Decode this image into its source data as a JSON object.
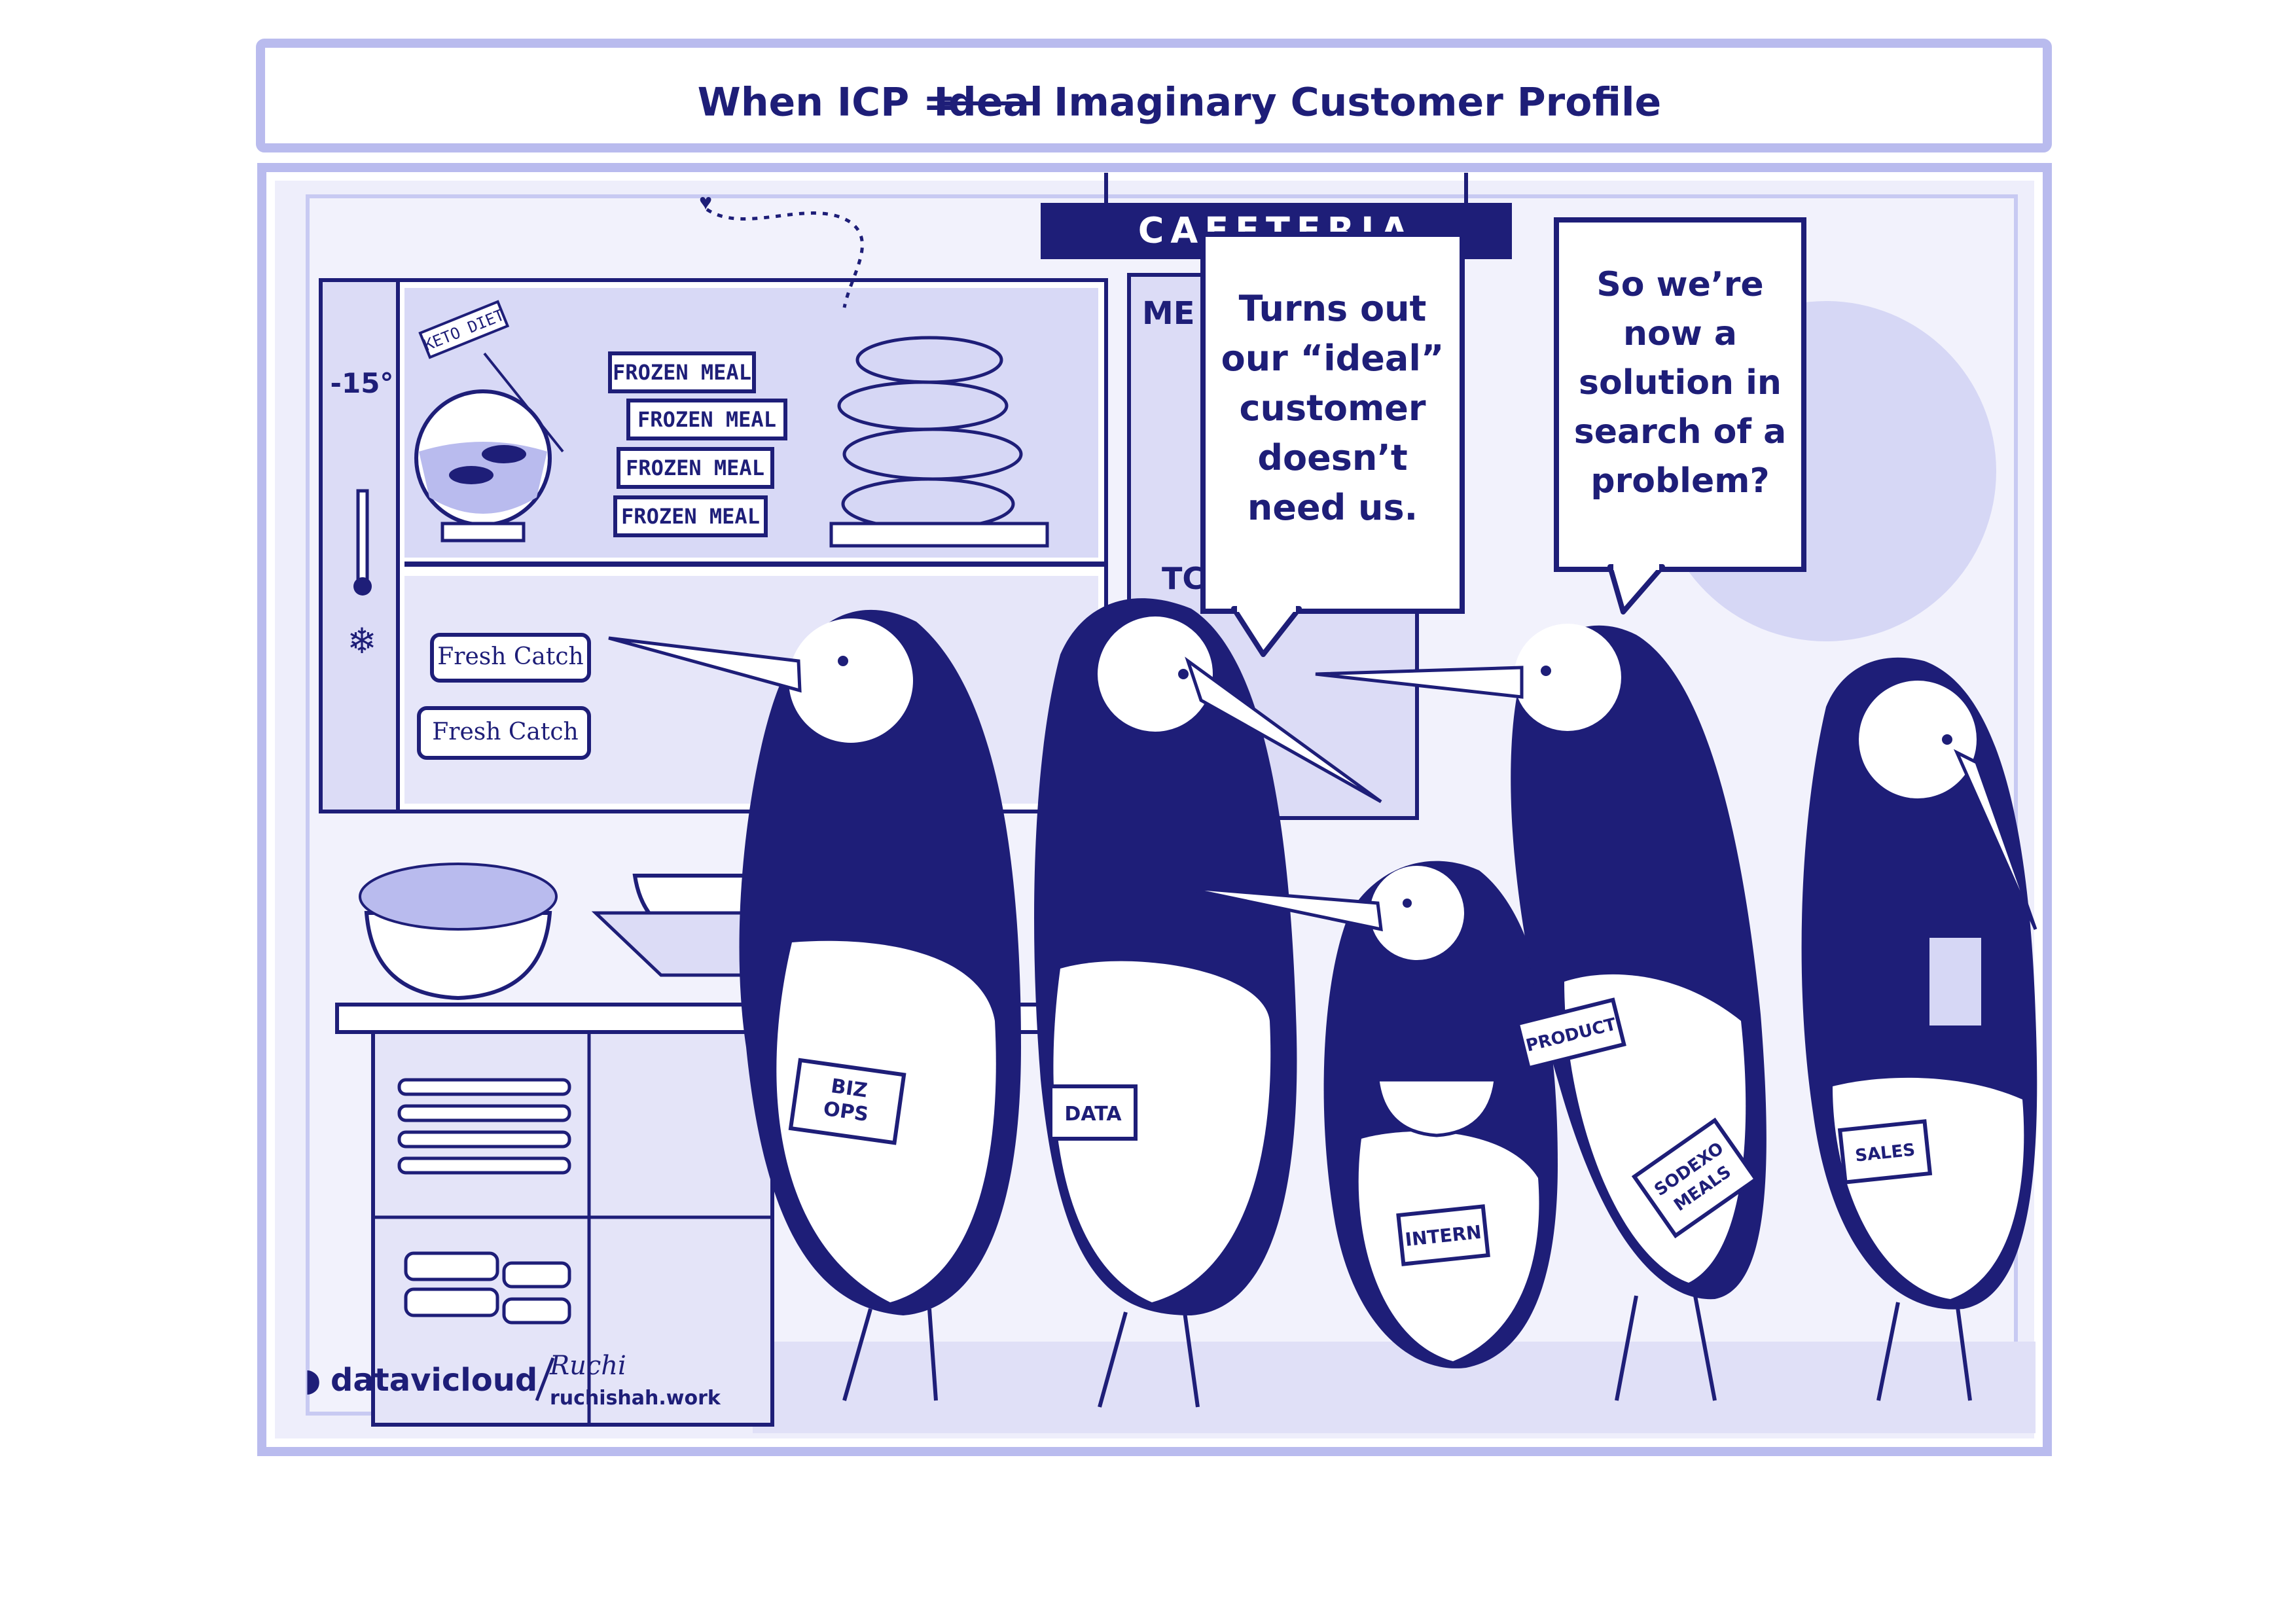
{
  "title": {
    "prefix": "When ICP = ",
    "struck": "Ideal",
    "suffix": " Imaginary Customer Profile"
  },
  "sign": {
    "cafeteria": "CAFETERIA",
    "menu_partial": "ME",
    "today_partial": "TC"
  },
  "freezer": {
    "temperature": "-15°",
    "keto_label": "KETO DIET",
    "frozen_meals": [
      "FROZEN MEAL",
      "FROZEN MEAL",
      "FROZEN MEAL",
      "FROZEN MEAL"
    ],
    "fresh_catch": [
      "Fresh Catch",
      "Fresh Catch"
    ]
  },
  "bubbles": {
    "left": [
      "Turns out",
      "our “ideal”",
      "customer",
      "doesn’t",
      "need us."
    ],
    "right": [
      "So we’re",
      "now a",
      "solution in",
      "search of a",
      "problem?"
    ]
  },
  "badges": {
    "bizops": [
      "BIZ",
      "OPS"
    ],
    "data": "DATA",
    "intern": "INTERN",
    "product": "PRODUCT",
    "sodexo": [
      "SODEXO",
      "MEALS"
    ],
    "sales": "SALES"
  },
  "credits": {
    "brand": "datavicloud",
    "artist": "Ruchi",
    "handle": "ruchishah.work"
  },
  "colors": {
    "ink": "#1e1e78",
    "lavender": "#b9bbee",
    "pale": "#dcdcf6",
    "paper": "#ffffff"
  }
}
